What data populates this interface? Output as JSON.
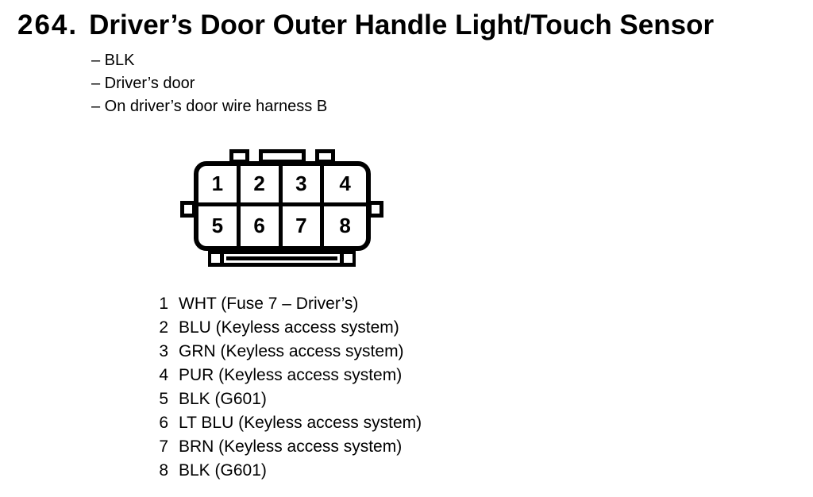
{
  "page": {
    "background": "#ffffff",
    "ink": "#000000"
  },
  "header": {
    "number": "264.",
    "title": "Driver’s Door Outer Handle Light/Touch Sensor"
  },
  "details": [
    "– BLK",
    "– Driver’s door",
    "– On driver’s door wire harness B"
  ],
  "connector": {
    "cells": [
      "1",
      "2",
      "3",
      "4",
      "5",
      "6",
      "7",
      "8"
    ]
  },
  "pins": [
    {
      "num": "1",
      "desc": "WHT (Fuse 7 – Driver’s)"
    },
    {
      "num": "2",
      "desc": "BLU (Keyless access system)"
    },
    {
      "num": "3",
      "desc": "GRN (Keyless access system)"
    },
    {
      "num": "4",
      "desc": "PUR (Keyless access system)"
    },
    {
      "num": "5",
      "desc": "BLK (G601)"
    },
    {
      "num": "6",
      "desc": "LT BLU (Keyless access system)"
    },
    {
      "num": "7",
      "desc": "BRN (Keyless access system)"
    },
    {
      "num": "8",
      "desc": "BLK (G601)"
    }
  ]
}
